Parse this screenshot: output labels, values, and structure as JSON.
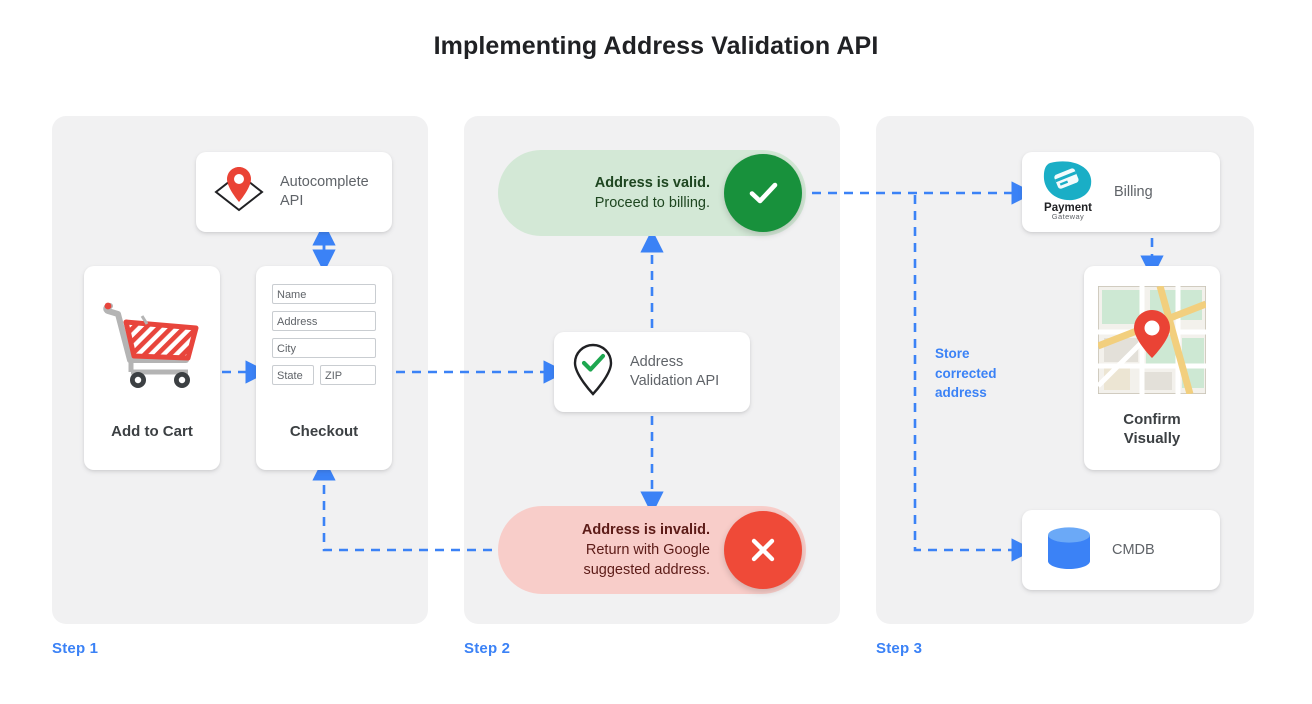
{
  "page": {
    "title": "Implementing Address Validation API",
    "accent_blue": "#3b82f6",
    "panel_bg": "#f1f1f2",
    "valid_bg": "#d3e8d6",
    "invalid_bg": "#f8cdc9",
    "valid_badge": "#18913c",
    "invalid_badge": "#ef4a38"
  },
  "steps": [
    {
      "label": "Step 1"
    },
    {
      "label": "Step 2"
    },
    {
      "label": "Step 3"
    }
  ],
  "step1": {
    "autocomplete": {
      "label": "Autocomplete API",
      "icon": "map-pin-envelope-icon"
    },
    "cart": {
      "caption": "Add to Cart",
      "icon": "shopping-cart-icon"
    },
    "checkout": {
      "caption": "Checkout",
      "fields": [
        {
          "name": "name-field",
          "placeholder": "Name",
          "value": "",
          "width": "full"
        },
        {
          "name": "address-field",
          "placeholder": "Address",
          "value": "",
          "width": "full"
        },
        {
          "name": "city-field",
          "placeholder": "City",
          "value": "",
          "width": "full"
        },
        {
          "name": "state-field",
          "placeholder": "State",
          "value": "",
          "width": "state"
        },
        {
          "name": "zip-field",
          "placeholder": "ZIP",
          "value": "",
          "width": "zip"
        }
      ]
    }
  },
  "step2": {
    "valid": {
      "line1": "Address is valid.",
      "line2": "Proceed to billing.",
      "icon": "check-circle-icon"
    },
    "validation_api": {
      "label": "Address\nValidation API",
      "label_line1": "Address",
      "label_line2": "Validation API",
      "icon": "pin-check-icon"
    },
    "invalid": {
      "line1": "Address is invalid.",
      "line2": "Return with Google",
      "line3": "suggested address.",
      "icon": "x-circle-icon"
    }
  },
  "step3": {
    "billing": {
      "label": "Billing",
      "logo_line1": "Payment",
      "logo_line2": "Gateway",
      "icon": "payment-gateway-logo"
    },
    "confirm": {
      "caption_line1": "Confirm",
      "caption_line2": "Visually",
      "icon": "map-thumbnail-icon"
    },
    "cmdb": {
      "label": "CMDB",
      "icon": "database-cylinder-icon"
    },
    "store_note_line1": "Store",
    "store_note_line2": "corrected",
    "store_note_line3": "address"
  }
}
